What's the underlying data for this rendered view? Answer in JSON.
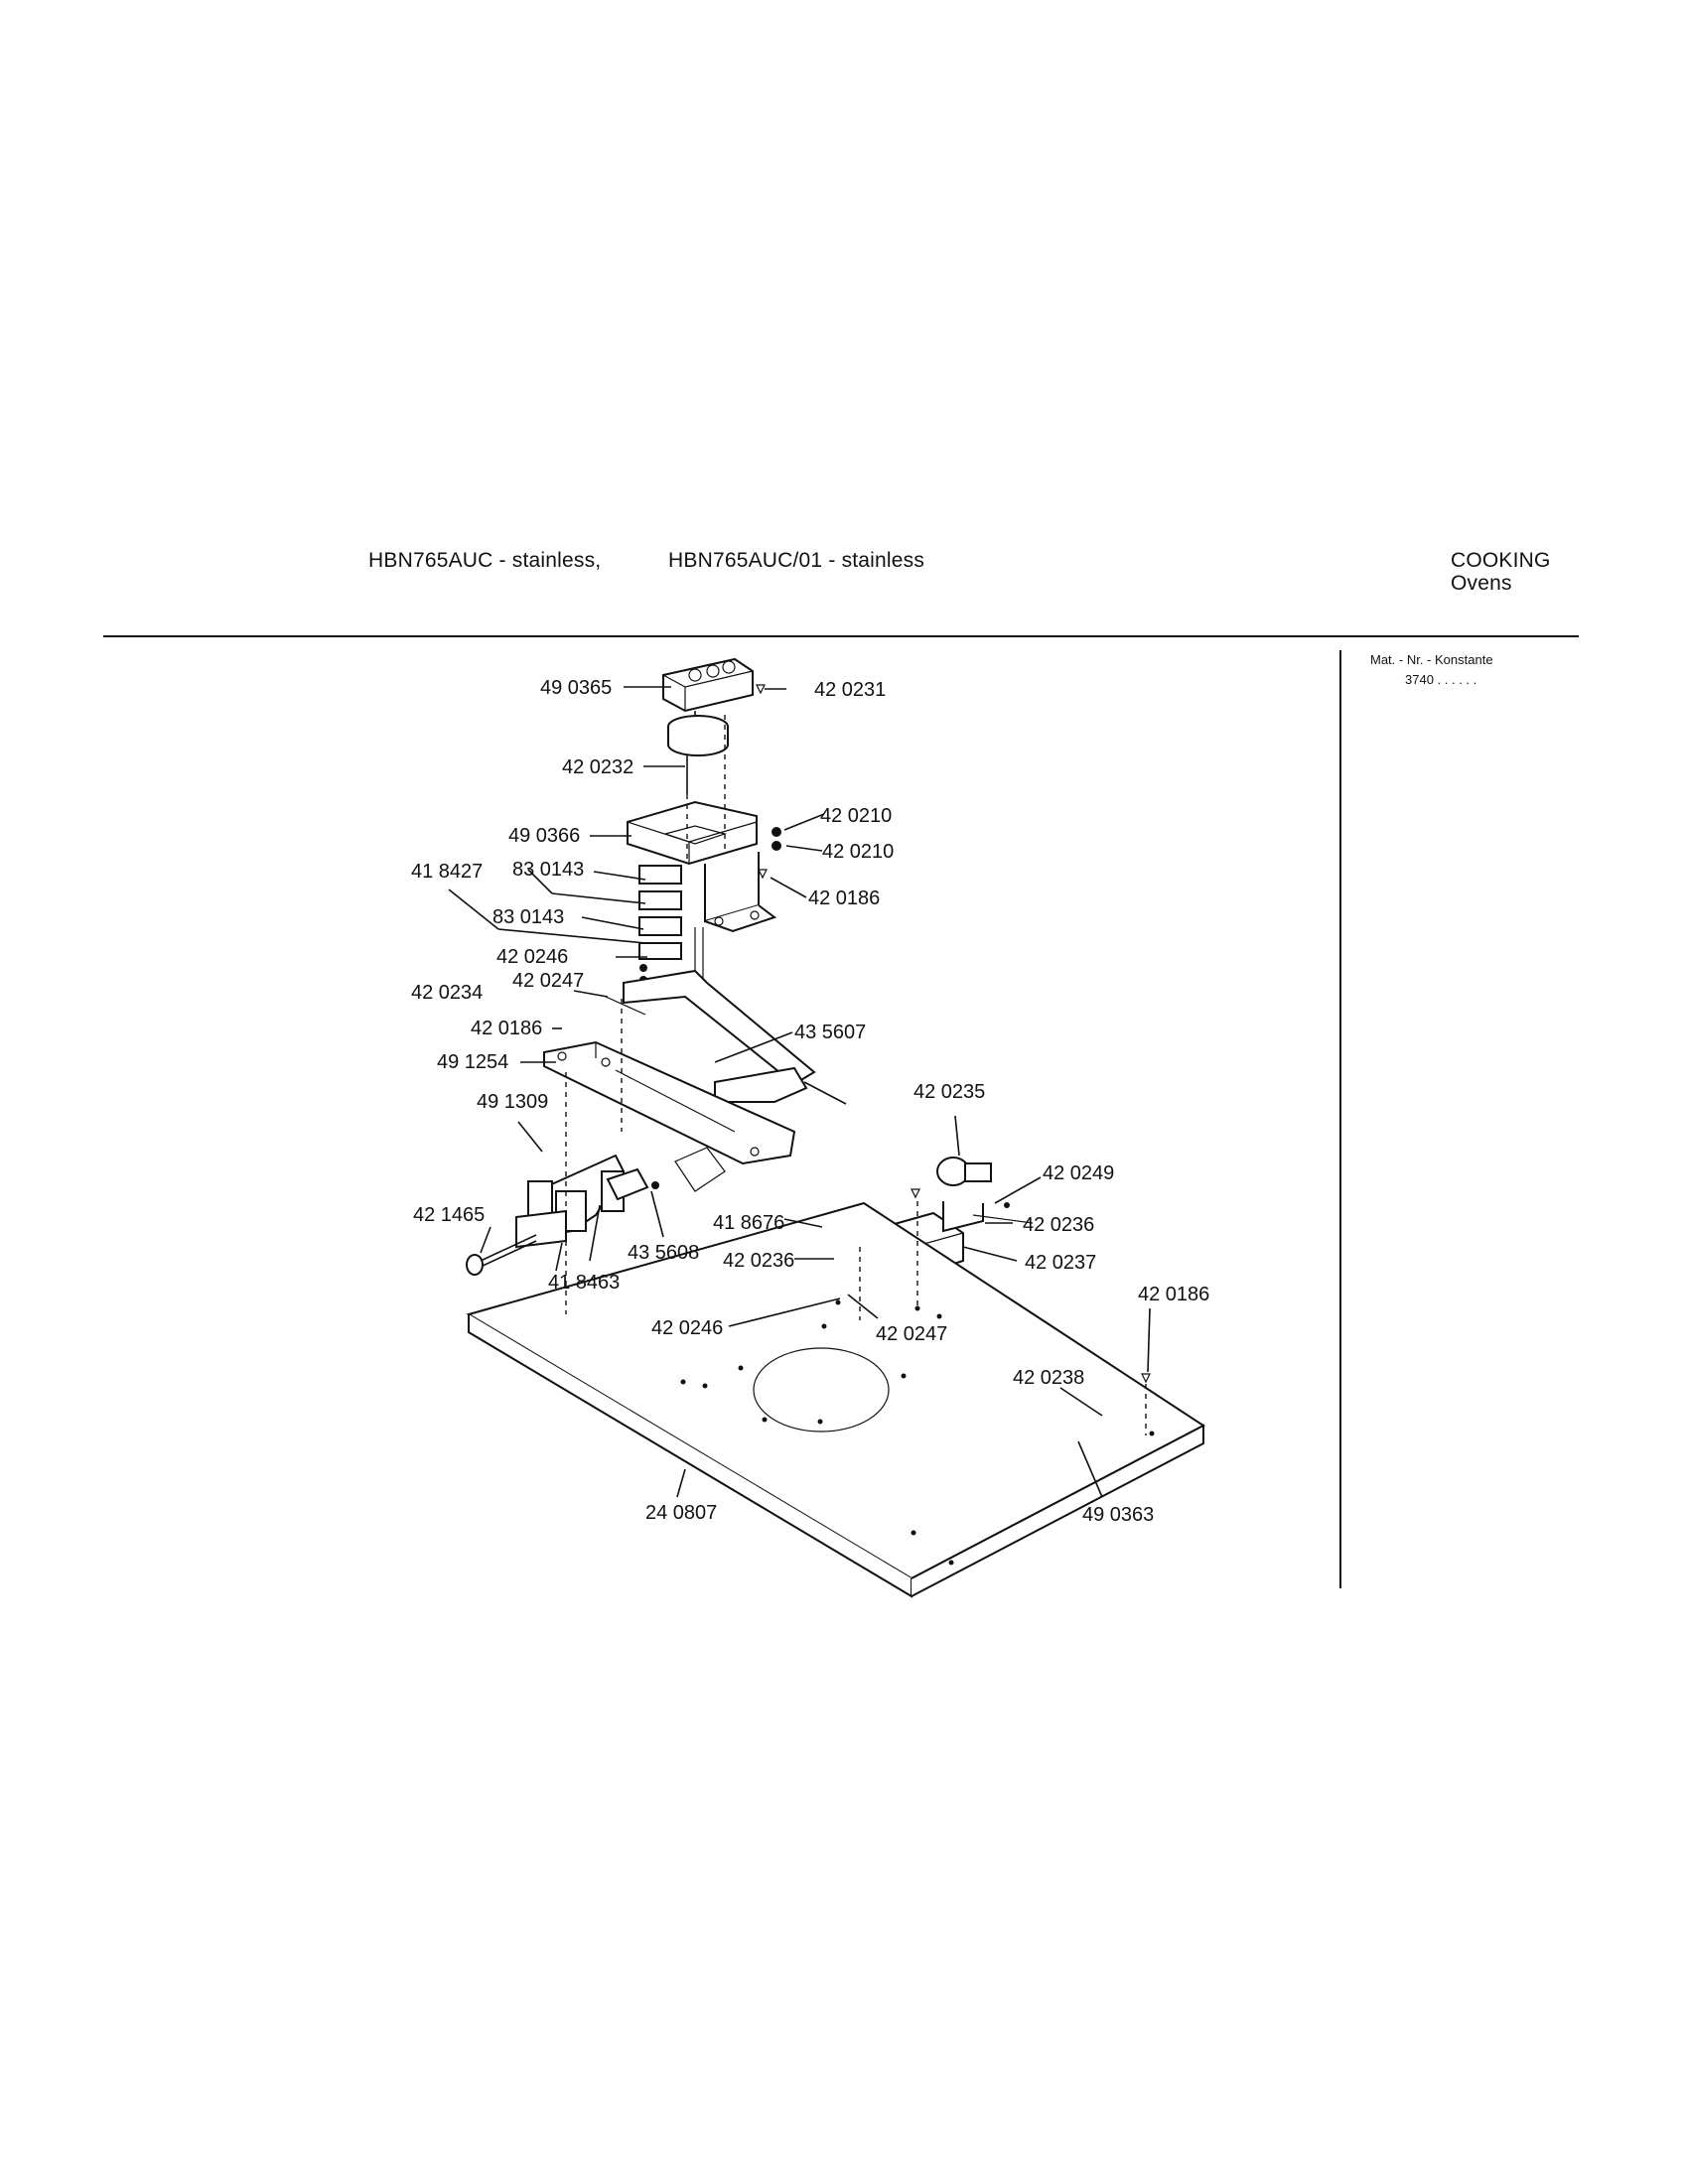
{
  "header": {
    "model_1": "HBN765AUC - stainless,",
    "model_2": "HBN765AUC/01 - stainless",
    "category": "COOKING",
    "subcategory": "Ovens"
  },
  "sidebar": {
    "label": "Mat. - Nr. - Konstante",
    "value": "3740 . . . . . ."
  },
  "parts": [
    "49 0365",
    "42 0231",
    "42 0232",
    "42 0210",
    "42 0210",
    "49 0366",
    "83 0143",
    "41 8427",
    "42 0186",
    "83 0143",
    "42 0246",
    "42 0247",
    "42 0234",
    "42 0186",
    "43 5607",
    "49 1254",
    "49 1309",
    "42 0235",
    "42 0249",
    "42 1465",
    "41 8676",
    "42 0236",
    "43 5608",
    "42 0236",
    "42 0237",
    "41 8463",
    "42 0186",
    "42 0246",
    "42 0247",
    "42 0238",
    "24 0807",
    "49 0363"
  ]
}
